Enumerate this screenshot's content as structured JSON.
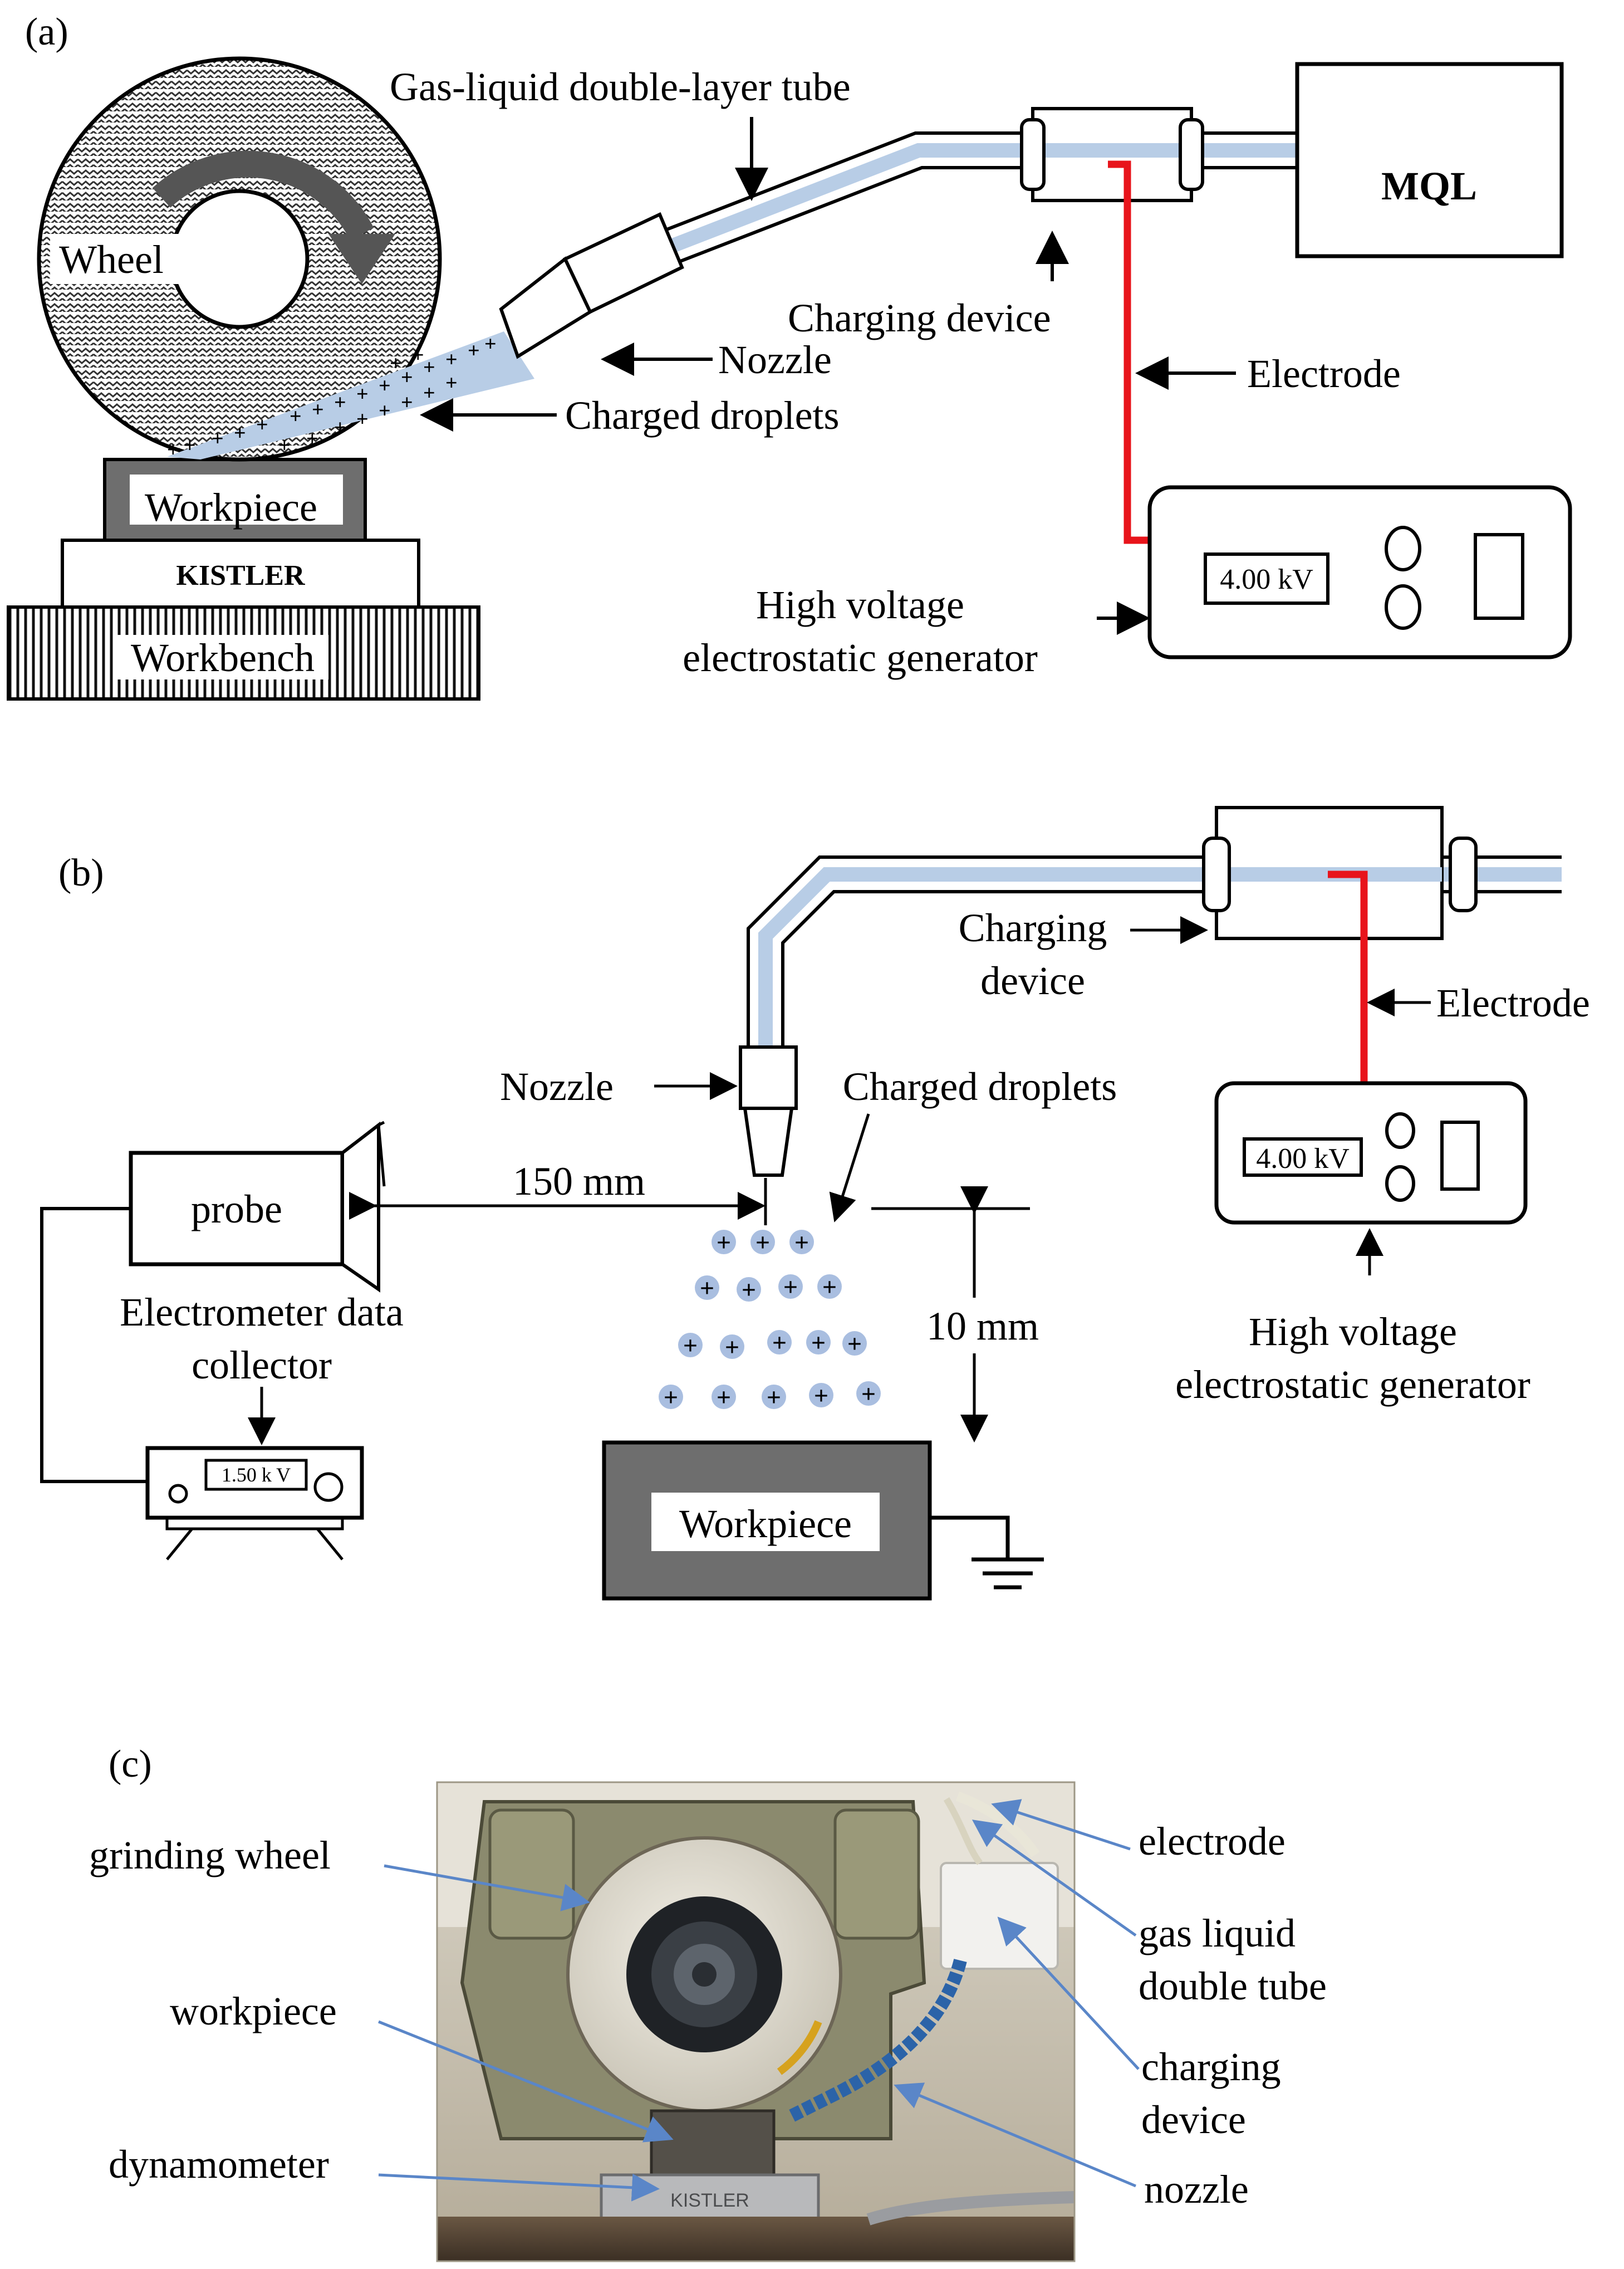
{
  "panel_a": {
    "label": "(a)",
    "wheel": "Wheel",
    "tube": "Gas-liquid double-layer tube",
    "mql": "MQL",
    "charging_device": "Charging device",
    "nozzle": "Nozzle",
    "electrode": "Electrode",
    "charged_droplets": "Charged droplets",
    "workpiece": "Workpiece",
    "kistler": "KISTLER",
    "workbench": "Workbench",
    "generator_line1": "High voltage",
    "generator_line2": "electrostatic generator",
    "display": "4.00 kV"
  },
  "panel_b": {
    "label": "(b)",
    "charging_line1": "Charging",
    "charging_line2": "device",
    "electrode": "Electrode",
    "nozzle": "Nozzle",
    "charged_droplets": "Charged droplets",
    "probe": "probe",
    "distance": "150 mm",
    "collector_line1": "Electrometer data",
    "collector_line2": "collector",
    "collector_display": "1.50 k V",
    "height": "10 mm",
    "workpiece": "Workpiece",
    "display": "4.00 kV",
    "generator_line1": "High voltage",
    "generator_line2": "electrostatic generator"
  },
  "panel_c": {
    "label": "(c)",
    "grinding_wheel": "grinding wheel",
    "workpiece": "workpiece",
    "dynamometer": "dynamometer",
    "electrode": "electrode",
    "tube_line1": "gas liquid",
    "tube_line2": "double tube",
    "charging_line1": "charging",
    "charging_line2": "device",
    "nozzle": "nozzle",
    "photo_brand": "KISTLER"
  },
  "colors": {
    "electrode": "#e8141b",
    "tube_inner": "#b8cde6",
    "droplet": "#a9bee0",
    "plus": "#e8141b",
    "workpiece_fill": "#6e6e6e",
    "arrow_c": "#5a86c8"
  }
}
